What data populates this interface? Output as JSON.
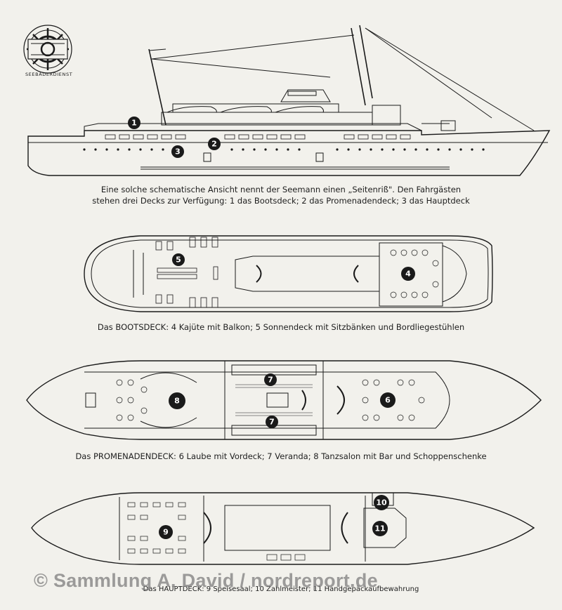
{
  "logo": {
    "ring_text": "SEEBÄDERDIENST"
  },
  "captions": {
    "side_view_line1": "Eine solche schematische Ansicht nennt der Seemann einen „Seitenriß\". Den Fahrgästen",
    "side_view_line2": "stehen drei Decks zur Verfügung: 1 das Bootsdeck; 2 das Promenadendeck; 3 das Hauptdeck",
    "boat_deck": "Das BOOTSDECK: 4 Kajüte mit Balkon; 5 Sonnendeck mit Sitzbänken und Bordliegestühlen",
    "promenade_deck": "Das PROMENADENDECK: 6 Laube mit Vordeck; 7 Veranda; 8 Tanzsalon mit Bar und Schoppenschenke",
    "main_deck": "Das HAUPTDECK: 9 Speisesaal; 10 Zahlmeister; 11 Handgepäckaufbewahrung"
  },
  "markers": {
    "m1": "1",
    "m2": "2",
    "m3": "3",
    "m4": "4",
    "m5": "5",
    "m6": "6",
    "m7a": "7",
    "m7b": "7",
    "m8": "8",
    "m9": "9",
    "m10": "10",
    "m11": "11"
  },
  "watermark": "© Sammlung A. David / nordreport.de",
  "colors": {
    "ink": "#1a1a1a",
    "paper": "#f2f1ec",
    "watermark": "#787878"
  }
}
